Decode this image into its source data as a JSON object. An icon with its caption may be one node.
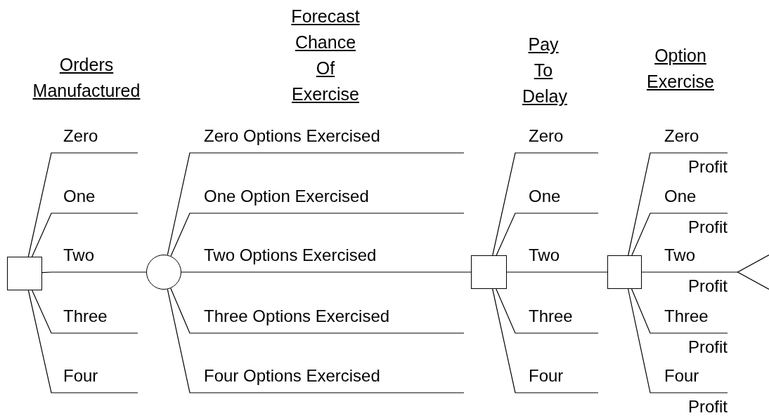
{
  "diagram": {
    "nodes": [
      {
        "text": [],
        "shape": "box"
      },
      {
        "text": [],
        "shape": "circle"
      },
      {
        "text": [],
        "shape": "box"
      },
      {
        "text": [],
        "shape": "box"
      },
      {
        "text": [],
        "shape": "triangle"
      }
    ],
    "edges": [
      {
        "from": 0,
        "to": null,
        "arrow": "none",
        "label": "Zero"
      },
      {
        "from": 0,
        "to": null,
        "arrow": "none",
        "label": "One"
      },
      {
        "from": 0,
        "to": 1,
        "arrow": "none",
        "label": "Two"
      },
      {
        "from": 0,
        "to": null,
        "arrow": "none",
        "label": "Three"
      },
      {
        "from": 0,
        "to": null,
        "arrow": "none",
        "label": "Four"
      },
      {
        "from": 1,
        "to": null,
        "arrow": "none",
        "label": "Zero Options Exercised"
      },
      {
        "from": 1,
        "to": null,
        "arrow": "none",
        "label": "One Option Exercised"
      },
      {
        "from": 1,
        "to": 2,
        "arrow": "none",
        "label": "Two Options Exercised"
      },
      {
        "from": 1,
        "to": null,
        "arrow": "none",
        "label": "Three Options Exercised"
      },
      {
        "from": 1,
        "to": null,
        "arrow": "none",
        "label": "Four Options Exercised"
      },
      {
        "from": 2,
        "to": null,
        "arrow": "none",
        "label": "Zero"
      },
      {
        "from": 2,
        "to": null,
        "arrow": "none",
        "label": "One"
      },
      {
        "from": 2,
        "to": 3,
        "arrow": "none",
        "label": "Two"
      },
      {
        "from": 2,
        "to": null,
        "arrow": "none",
        "label": "Three"
      },
      {
        "from": 2,
        "to": null,
        "arrow": "none",
        "label": "Four"
      },
      {
        "from": 3,
        "to": null,
        "arrow": "none",
        "label": "Zero"
      },
      {
        "from": 3,
        "to": null,
        "arrow": "none",
        "label": "One"
      },
      {
        "from": 3,
        "to": 4,
        "arrow": "none",
        "label": "Two"
      },
      {
        "from": 3,
        "to": null,
        "arrow": "none",
        "label": "Three"
      },
      {
        "from": 3,
        "to": null,
        "arrow": "none",
        "label": "Four"
      }
    ],
    "labels": [
      "Orders Manufactured",
      "Forecast Chance Of Exercise",
      "Pay To Delay",
      "Option Exercise",
      "Profit",
      "Profit",
      "Profit",
      "Profit",
      "Profit"
    ]
  }
}
